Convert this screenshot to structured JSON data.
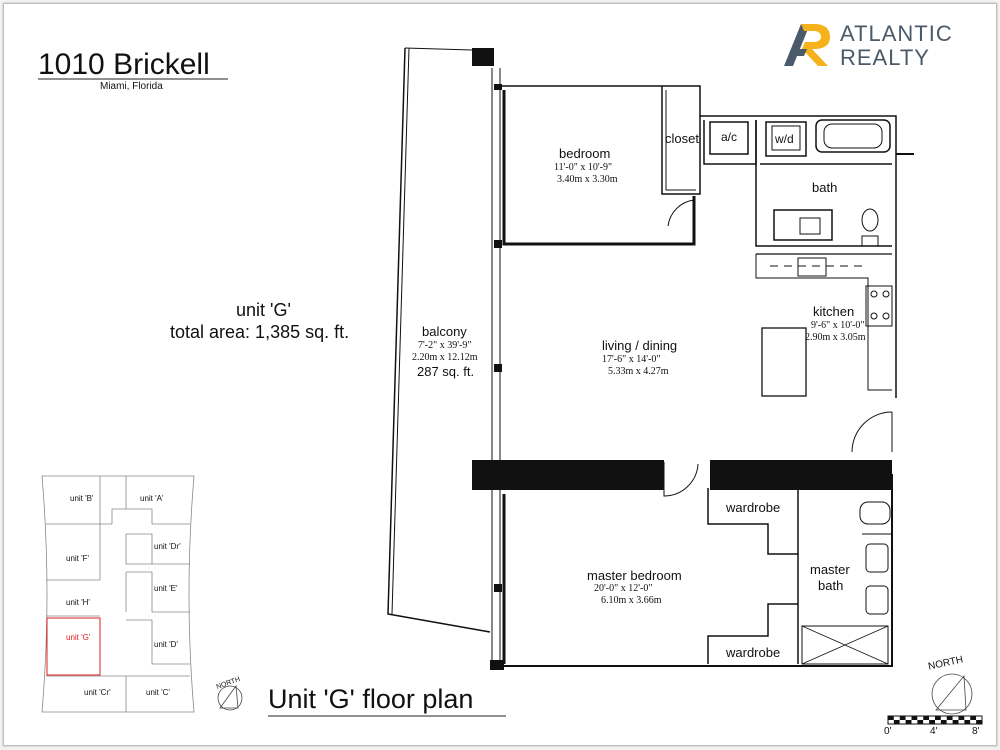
{
  "header": {
    "building_name": "1010 Brickell",
    "location": "Miami, Florida"
  },
  "brand": {
    "line1": "ATLANTIC",
    "line2": "REALTY",
    "logo_icon": "ar-monogram-icon",
    "accent_color": "#f5b21a",
    "text_color": "#4a5a6a"
  },
  "summary": {
    "unit_label": "unit 'G'",
    "total_area": "total area: 1,385 sq. ft."
  },
  "rooms": {
    "bedroom": {
      "name": "bedroom",
      "dim_ft": "11'-0\" x 10'-9\"",
      "dim_m": "3.40m x 3.30m"
    },
    "closet": {
      "name": "closet"
    },
    "ac": {
      "name": "a/c"
    },
    "wd": {
      "name": "w/d"
    },
    "bath": {
      "name": "bath"
    },
    "kitchen": {
      "name": "kitchen",
      "dim_ft": "9'-6\" x 10'-0\"",
      "dim_m": "2.90m x 3.05m"
    },
    "balcony": {
      "name": "balcony",
      "dim_ft": "7'-2\" x 39'-9\"",
      "dim_m": "2.20m x 12.12m",
      "area": "287 sq. ft."
    },
    "living": {
      "name": "living / dining",
      "dim_ft": "17'-6\" x 14'-0\"",
      "dim_m": "5.33m x 4.27m"
    },
    "wardrobe_top": {
      "name": "wardrobe"
    },
    "wardrobe_bottom": {
      "name": "wardrobe"
    },
    "master_bath": {
      "line1": "master",
      "line2": "bath"
    },
    "master_bedroom": {
      "name": "master bedroom",
      "dim_ft": "20'-0\" x 12'-0\"",
      "dim_m": "6.10m x 3.66m"
    }
  },
  "key_plan": {
    "units": [
      "unit 'B'",
      "unit 'A'",
      "unit 'Dr'",
      "unit 'F'",
      "unit 'E'",
      "unit 'H'",
      "unit 'G'",
      "unit 'D'",
      "unit 'Cr'",
      "unit 'C'"
    ],
    "highlight_color": "#e02020"
  },
  "north_label": "NORTH",
  "plan_title": "Unit 'G' floor plan",
  "scale": {
    "labels": [
      "0'",
      "4'",
      "8'"
    ]
  }
}
